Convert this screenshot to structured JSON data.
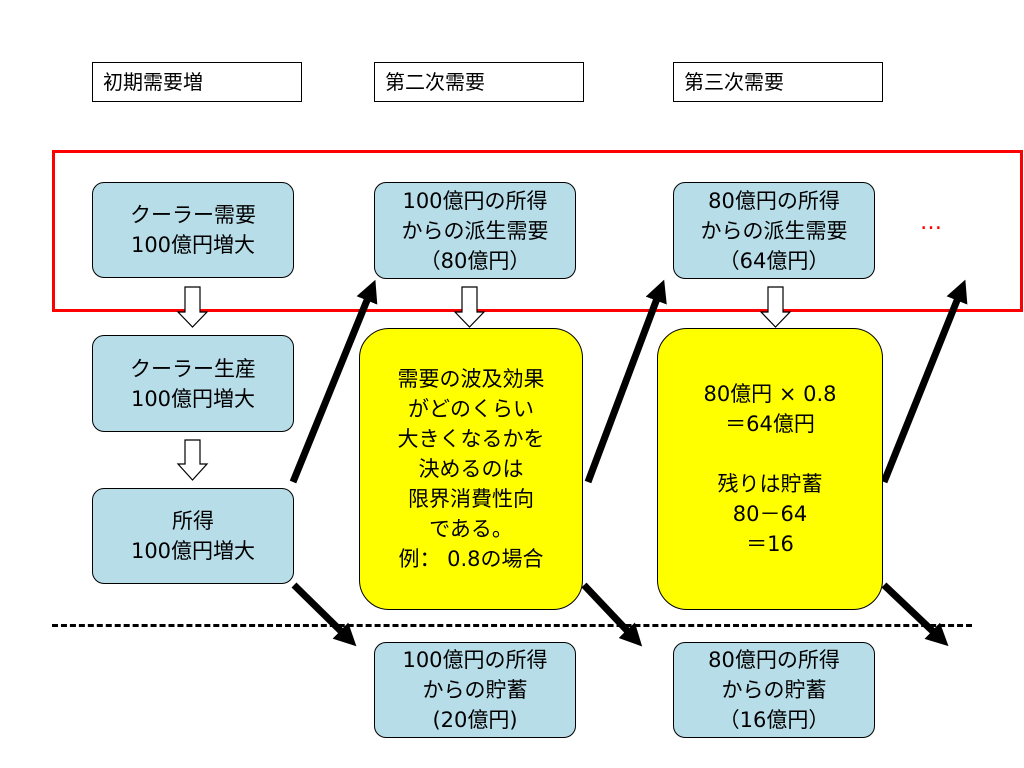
{
  "headers": [
    {
      "label": "初期需要増"
    },
    {
      "label": "第二次需要"
    },
    {
      "label": "第三次需要"
    }
  ],
  "boxes": {
    "cooler_demand": "クーラー需要\n100億円増大",
    "cooler_production": "クーラー生産\n100億円増大",
    "income": "所得\n100億円増大",
    "derived_demand_100": "100億円の所得\nからの派生需要\n（80億円）",
    "derived_demand_80": "80億円の所得\nからの派生需要\n（64億円）",
    "ripple_note": "需要の波及効果\nがどのくらい\n大きくなるかを\n決めるのは\n限界消費性向\nである。\n例：  0.8の場合",
    "calc_note": "80億円 × 0.8\n＝64億円\n\n残りは貯蓄\n80－64\n＝16",
    "savings_100": "100億円の所得\nからの貯蓄\n(20億円)",
    "savings_80": "80億円の所得\nからの貯蓄\n（16億円）"
  },
  "ellipsis": "…",
  "colors": {
    "box_blue": "#b7dde8",
    "note_yellow": "#ffff00",
    "frame_red": "#ff0000"
  }
}
